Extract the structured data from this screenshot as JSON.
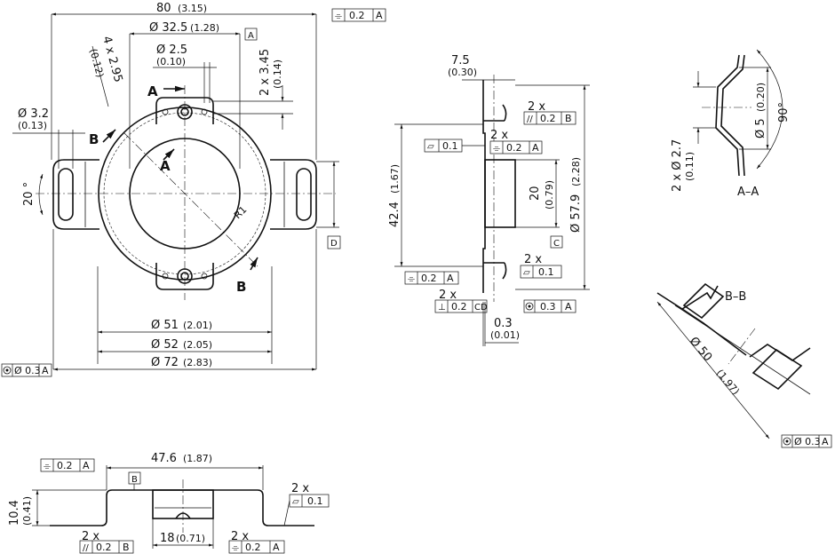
{
  "front": {
    "d80": "80",
    "d80i": "(3.15)",
    "d325": "Ø 32.5",
    "d325i": "(1.28)",
    "d25": "Ø 2.5",
    "d25i": "(0.10)",
    "d295": "4 x 2.95",
    "d295i": "(0.12)",
    "d345": "2 x 3.45",
    "d345i": "(0.14)",
    "d32": "Ø 3.2",
    "d32i": "(0.13)",
    "ang20": "20 °",
    "r1": "R1",
    "d51": "Ø 51",
    "d51i": "(2.01)",
    "d52": "Ø 52",
    "d52i": "(2.05)",
    "d72": "Ø 72",
    "d72i": "(2.83)",
    "sec_a": "A",
    "sec_b": "B",
    "datum_a": "A",
    "datum_d": "D"
  },
  "side": {
    "d75": "7.5",
    "d75i": "(0.30)",
    "d424": "42.4",
    "d424i": "(1.67)",
    "d20": "20",
    "d20i": "(0.79)",
    "d579": "Ø 57.9",
    "d579i": "(2.28)",
    "d03": "0.3",
    "d03i": "(0.01)",
    "x2": "2 x",
    "datum_c": "C"
  },
  "aa": {
    "d27": "2 x Ø 2.7",
    "d27i": "(0.11)",
    "d5": "Ø 5",
    "d5i": "(0.20)",
    "ang90": "90°",
    "label": "A–A"
  },
  "bb": {
    "label": "B–B",
    "d50": "Ø 50",
    "d50i": "(1.97)"
  },
  "bottom": {
    "d476": "47.6",
    "d476i": "(1.87)",
    "d104": "10.4",
    "d104i": "(0.41)",
    "d18": "18",
    "d18i": "(0.71)",
    "x2": "2 x",
    "datum_b": "B"
  },
  "tol": {
    "t02": "0.2",
    "t01": "0.1",
    "t03": "0.3",
    "tphi03": "Ø 0.3",
    "ref_a": "A",
    "ref_b": "B",
    "ref_cd": "CD"
  }
}
